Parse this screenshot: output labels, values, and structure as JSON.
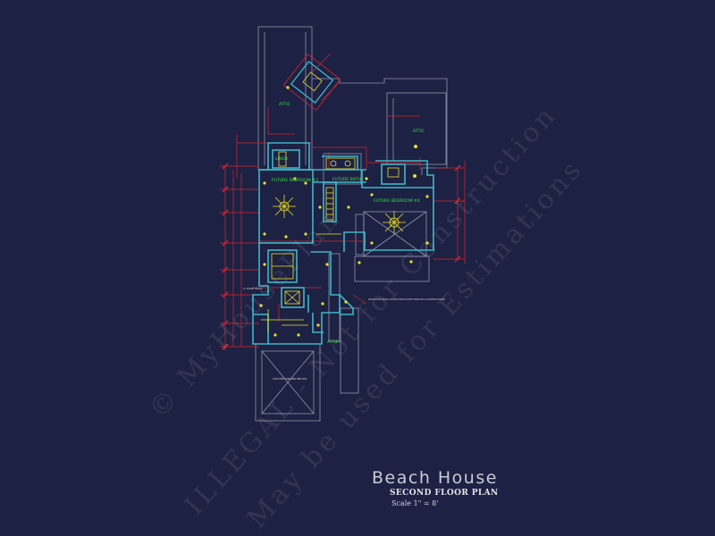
{
  "title": {
    "project": "Beach House",
    "sheet": "SECOND FLOOR PLAN",
    "scale": "Scale 1\" = 8'"
  },
  "watermark": {
    "line1": "© MyHousePlan",
    "line2": "ILLEGAL - Not for Construction",
    "line3": "May be used for Estimations"
  },
  "rooms": {
    "future_bedroom_3": "FUTURE BEDROOM #3",
    "future_bedroom_4": "FUTURE BEDROOM #4",
    "linen": "LINEN",
    "future_bath": "FUTURE BATH",
    "attic_left": "ATTIC",
    "attic_right": "ATTIC",
    "attic_bottom": "ATTIC"
  },
  "notes": {
    "elevator_note": "SECOND FLOOR CROWNWELL & ELEVATOR HALL TO BE FINISHED. FOR CORNER SPACE, FUTURE BATH, TUB/SHOWER, FAMILY HALL, AND COORDINATE WITH FUTURE BEDROOM",
    "stair_wall": "4' STAIR WALL",
    "ceiling_note": "VAULTED CEILING BELOW"
  },
  "colors": {
    "background": "#1d2143",
    "wall": "#3fb6c8",
    "dimension": "#d9232d",
    "outline": "#9aa0b6",
    "fixture": "#e8e030",
    "label": "#35e04a"
  }
}
